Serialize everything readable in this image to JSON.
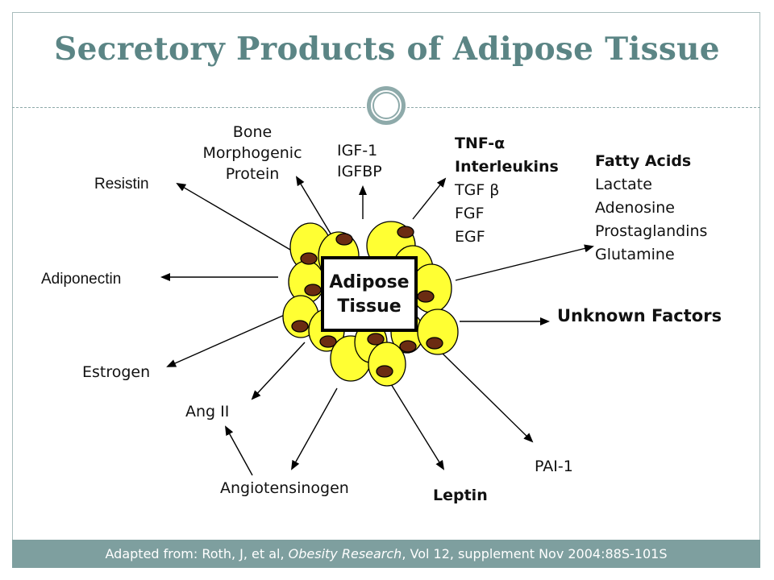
{
  "slide": {
    "title": "Secretory Products of Adipose Tissue"
  },
  "center": {
    "line1": "Adipose",
    "line2": "Tissue"
  },
  "labels": {
    "resistin": "Resistin",
    "bmp_1": "Bone",
    "bmp_2": "Morphogenic",
    "bmp_3": "Protein",
    "igf_1": "IGF-1",
    "igf_2": "IGFBP",
    "tnf": "TNF-α",
    "interleukins": "Interleukins",
    "tgf": "TGF β",
    "fgf": "FGF",
    "egf": "EGF",
    "fatty_acids": "Fatty Acids",
    "lactate": "Lactate",
    "adenosine": "Adenosine",
    "prostaglandins": "Prostaglandins",
    "glutamine": "Glutamine",
    "adiponectin": "Adiponectin",
    "unknown": "Unknown Factors",
    "estrogen": "Estrogen",
    "ang2": "Ang II",
    "angiotensinogen": "Angiotensinogen",
    "leptin": "Leptin",
    "pai1": "PAI-1"
  },
  "footer": {
    "prefix": "Adapted from: Roth, J, et al, ",
    "journal": "Obesity Research",
    "suffix": ", Vol 12, supplement Nov 2004:88S-101S"
  },
  "colors": {
    "accent": "#7e9f9f",
    "title": "#5b8585",
    "cell_fill": "#ffff33",
    "nucleus": "#6b2c12"
  }
}
